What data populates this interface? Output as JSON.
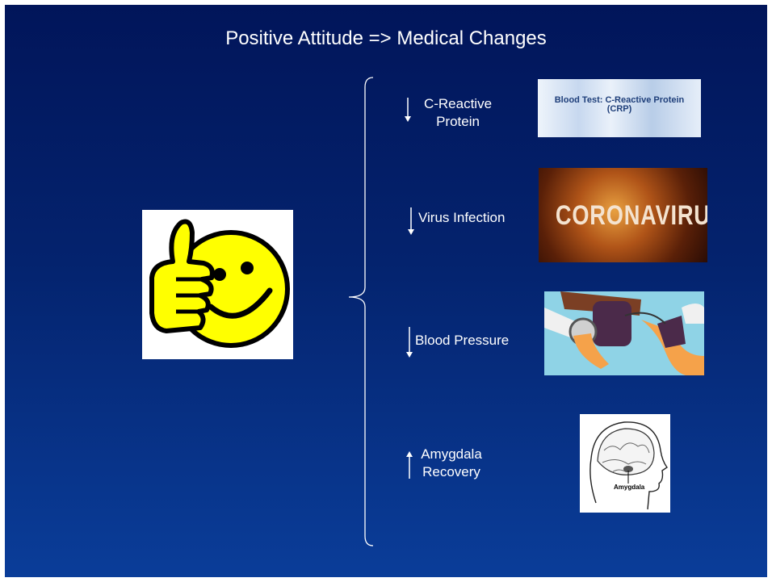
{
  "slide": {
    "title": "Positive Attitude => Medical Changes",
    "items": [
      {
        "label": "C-Reactive Protein",
        "line1": "C-Reactive",
        "line2": "Protein",
        "direction": "down",
        "image_text": "Blood Test: C-Reactive Protein (CRP)",
        "image_line1": "Blood Test: C-Reactive Protein",
        "image_line2": "(CRP)"
      },
      {
        "label": "Virus Infection",
        "direction": "down",
        "image_text": "CORONAVIRUS"
      },
      {
        "label": "Blood Pressure",
        "direction": "down",
        "image_text": ""
      },
      {
        "label": "Amygdala Recovery",
        "line1": "Amygdala",
        "line2": "Recovery",
        "direction": "up",
        "image_text": "Amygdala"
      }
    ]
  },
  "icons": {
    "thumbs_up": "smiley-thumbs-up-icon",
    "down_arrow": "down-arrow-icon",
    "up_arrow": "up-arrow-icon"
  },
  "colors": {
    "background_top": "#01155a",
    "background_bottom": "#0a3d99",
    "smiley": "#ffff00"
  }
}
